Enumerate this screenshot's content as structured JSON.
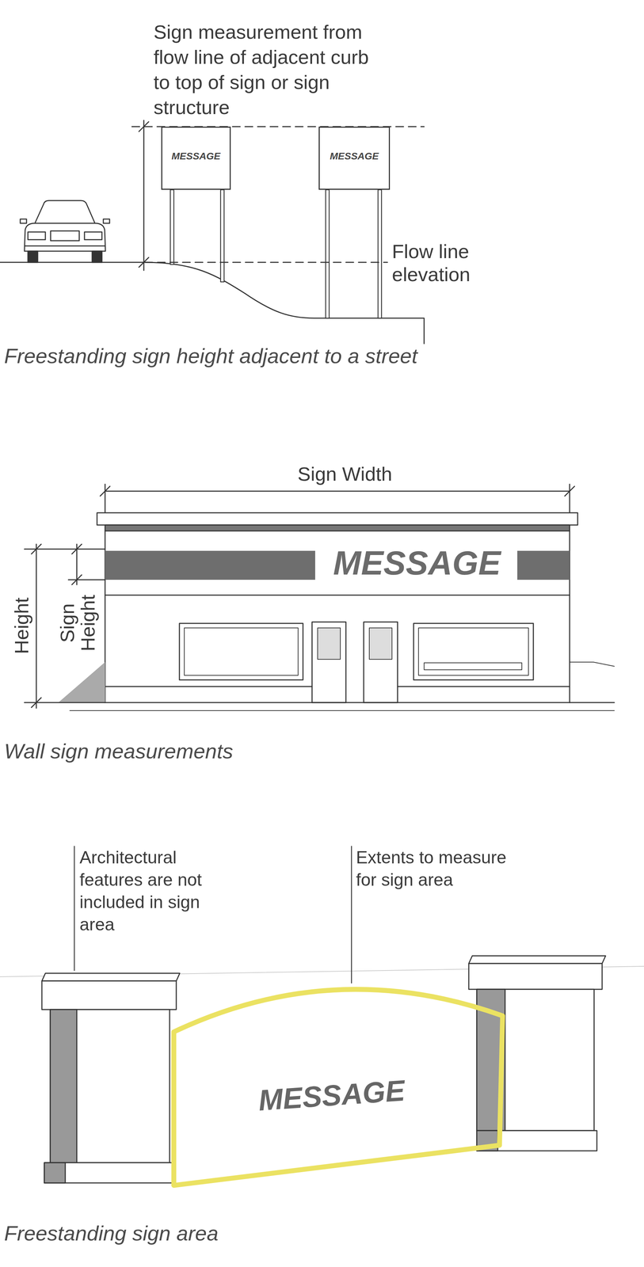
{
  "diagram": {
    "nodes": [
      {
        "text": [
          "MESSAGE"
        ]
      },
      {
        "text": [
          "MESSAGE"
        ]
      },
      {
        "text": [
          "MESSAGE"
        ]
      },
      {
        "text": [
          "MESSAGE"
        ]
      }
    ],
    "labels": [
      "Sign measurement from flow line of adjacent curb to top of sign or sign structure",
      "Flow line elevation",
      "Freestanding sign height adjacent to a street",
      "Sign Width",
      "Height",
      "Sign Height",
      "Wall sign measurements",
      "Architectural features are not included in sign area",
      "Extents to measure for sign area",
      "Freestanding sign area"
    ]
  }
}
